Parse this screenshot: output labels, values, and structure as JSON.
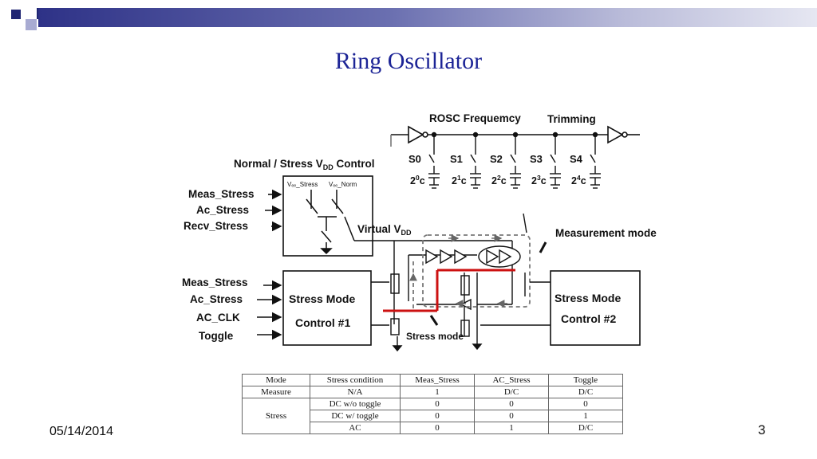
{
  "slide": {
    "title": "Ring Oscillator",
    "date": "05/14/2014",
    "page_number": "3",
    "accent_bar_color": "#2e3287",
    "title_color": "#1c2496",
    "stress_path_color": "#cc1111"
  },
  "diagram": {
    "rosc_label": "ROSC Frequemcy",
    "trimming_label": "Trimming",
    "switches": [
      "S0",
      "S1",
      "S2",
      "S3",
      "S4"
    ],
    "caps_base": [
      "2",
      "2",
      "2",
      "2",
      "2"
    ],
    "caps_exp": [
      "0",
      "1",
      "2",
      "3",
      "4"
    ],
    "caps_suffix": "c",
    "vdd_control_prefix": "Normal / Stress V",
    "vdd_control_sub": "DD",
    "vdd_control_suffix": " Control",
    "vdd_inner_left": "Vₑₑ_Stress",
    "vdd_inner_right": "Vₑₑ_Norm",
    "virtual_vdd_prefix": "Virtual V",
    "virtual_vdd_sub": "DD",
    "measurement_mode": "Measurement mode",
    "stress_mode": "Stress mode",
    "ctrl1_line1": "Stress Mode",
    "ctrl1_line2": "Control #1",
    "ctrl2_line1": "Stress Mode",
    "ctrl2_line2": "Control #2",
    "vdd_inputs": [
      "Meas_Stress",
      "Ac_Stress",
      "Recv_Stress"
    ],
    "ctrl1_inputs": [
      "Meas_Stress",
      "Ac_Stress",
      "AC_CLK",
      "Toggle"
    ]
  },
  "table": {
    "headers": [
      "Mode",
      "Stress condition",
      "Meas_Stress",
      "AC_Stress",
      "Toggle"
    ],
    "measure": {
      "mode": "Measure",
      "cells": [
        "N/A",
        "1",
        "D/C",
        "D/C"
      ]
    },
    "stress": {
      "mode": "Stress",
      "rows": [
        [
          "DC w/o toggle",
          "0",
          "0",
          "0"
        ],
        [
          "DC w/ toggle",
          "0",
          "0",
          "1"
        ],
        [
          "AC",
          "0",
          "1",
          "D/C"
        ]
      ]
    }
  }
}
